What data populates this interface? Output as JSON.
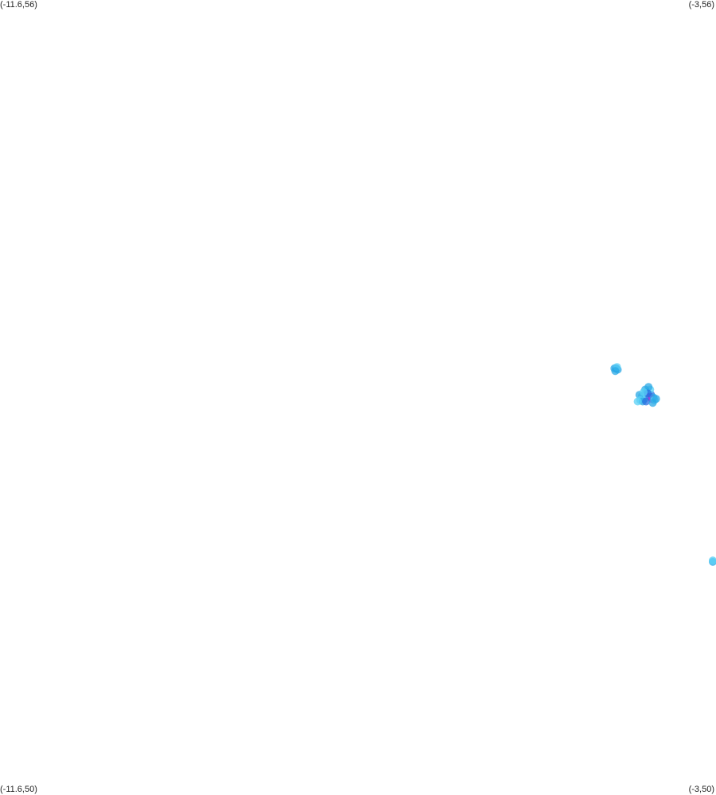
{
  "corners": {
    "top_left": "(-11.6,56)",
    "top_right": "(-3,56)",
    "bottom_left": "(-11.6,50)",
    "bottom_right": "(-3,50)"
  },
  "bounds": {
    "lon_min": -11.6,
    "lon_max": -3,
    "lat_min": 50,
    "lat_max": 56
  },
  "colors": {
    "background": "#ffffff",
    "point_light": "#5ad0f5",
    "point_mid": "#29a8e6",
    "point_dark": "#2a6ee0",
    "point_hot": "#c21fd6"
  },
  "points": [
    {
      "lon": -4.2,
      "lat": 53.22,
      "level": "dark"
    },
    {
      "lon": -4.18,
      "lat": 53.21,
      "level": "mid"
    },
    {
      "lon": -4.22,
      "lat": 53.22,
      "level": "mid"
    },
    {
      "lon": -4.19,
      "lat": 53.23,
      "level": "light"
    },
    {
      "lon": -4.21,
      "lat": 53.2,
      "level": "mid"
    },
    {
      "lon": -3.83,
      "lat": 53.04,
      "level": "mid"
    },
    {
      "lon": -3.8,
      "lat": 53.01,
      "level": "hot"
    },
    {
      "lon": -3.78,
      "lat": 53.02,
      "level": "dark"
    },
    {
      "lon": -3.77,
      "lat": 52.99,
      "level": "hot"
    },
    {
      "lon": -3.86,
      "lat": 52.99,
      "level": "mid"
    },
    {
      "lon": -3.89,
      "lat": 53.01,
      "level": "light"
    },
    {
      "lon": -3.92,
      "lat": 53.02,
      "level": "mid"
    },
    {
      "lon": -3.91,
      "lat": 52.98,
      "level": "light"
    },
    {
      "lon": -3.88,
      "lat": 52.97,
      "level": "mid"
    },
    {
      "lon": -3.84,
      "lat": 52.97,
      "level": "dark"
    },
    {
      "lon": -3.75,
      "lat": 53.0,
      "level": "mid"
    },
    {
      "lon": -3.74,
      "lat": 52.98,
      "level": "light"
    },
    {
      "lon": -3.72,
      "lat": 52.99,
      "level": "mid"
    },
    {
      "lon": -3.79,
      "lat": 53.06,
      "level": "light"
    },
    {
      "lon": -3.81,
      "lat": 53.08,
      "level": "mid"
    },
    {
      "lon": -3.85,
      "lat": 53.06,
      "level": "mid"
    },
    {
      "lon": -3.82,
      "lat": 53.03,
      "level": "dark"
    },
    {
      "lon": -3.87,
      "lat": 53.04,
      "level": "light"
    },
    {
      "lon": -3.94,
      "lat": 52.97,
      "level": "light"
    },
    {
      "lon": -3.76,
      "lat": 52.96,
      "level": "mid"
    },
    {
      "lon": -3.01,
      "lat": 51.76,
      "level": "mid"
    },
    {
      "lon": -3.02,
      "lat": 51.77,
      "level": "light"
    }
  ]
}
